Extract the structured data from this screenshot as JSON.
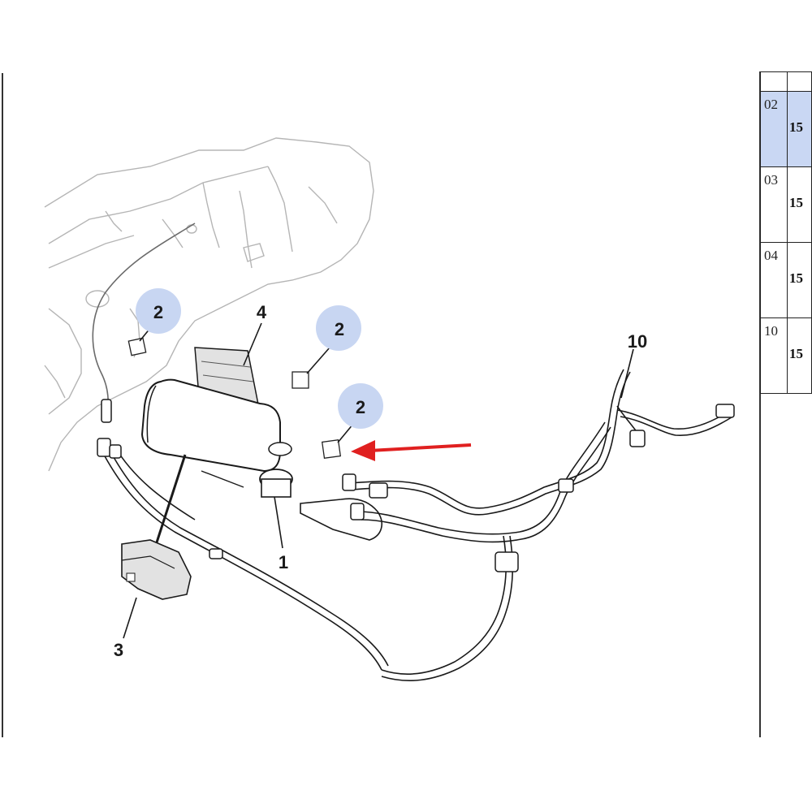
{
  "diagram": {
    "callouts": [
      {
        "id": "c1",
        "label": "1"
      },
      {
        "id": "c2a",
        "label": "2"
      },
      {
        "id": "c2b",
        "label": "2"
      },
      {
        "id": "c2c",
        "label": "2"
      },
      {
        "id": "c3",
        "label": "3"
      },
      {
        "id": "c4",
        "label": "4"
      },
      {
        "id": "c10",
        "label": "10"
      }
    ],
    "highlight_color": "#c8d6f2",
    "arrow_color": "#e02020"
  },
  "parts_table": {
    "rows": [
      {
        "index": "02",
        "ref": "15",
        "selected": true
      },
      {
        "index": "03",
        "ref": "15",
        "selected": false
      },
      {
        "index": "04",
        "ref": "15",
        "selected": false
      },
      {
        "index": "10",
        "ref": "15",
        "selected": false
      }
    ]
  }
}
